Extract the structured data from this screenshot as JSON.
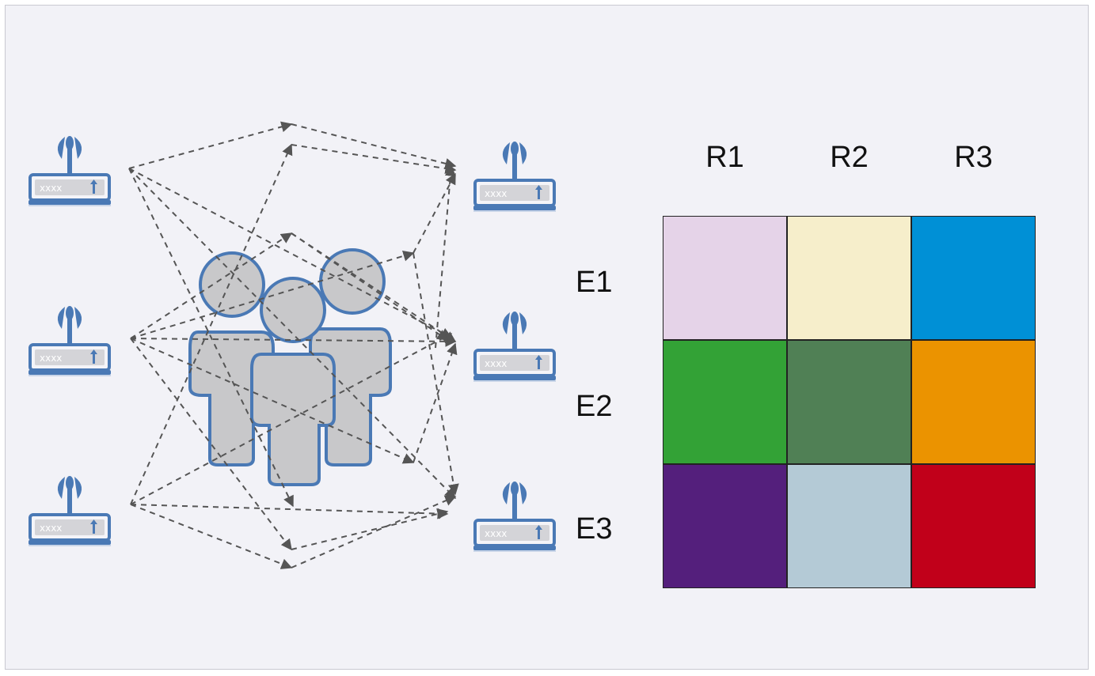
{
  "matrix": {
    "columns": [
      "R1",
      "R2",
      "R3"
    ],
    "rows": [
      "E1",
      "E2",
      "E3"
    ],
    "cells": [
      [
        "#e5d3e8",
        "#f6eecb",
        "#0090d6"
      ],
      [
        "#33a236",
        "#508055",
        "#eb9300"
      ],
      [
        "#541f7c",
        "#b4cad6",
        "#c1001a"
      ]
    ]
  },
  "colors": {
    "background": "#f2f2f7",
    "device_blue": "#4a79b5",
    "people_fill": "#c8c8ca",
    "arrow": "#555555"
  },
  "icons": {
    "router": "wifi-router-icon",
    "people": "user-group-icon"
  }
}
